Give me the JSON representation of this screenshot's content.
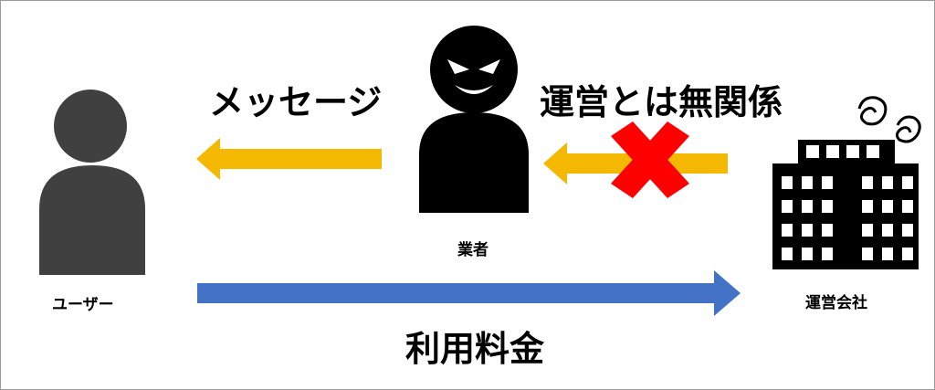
{
  "labels": {
    "message": "メッセージ",
    "unrelated": "運営とは無関係",
    "vendor": "業者",
    "user": "ユーザー",
    "company": "運営会社",
    "fee": "利用料金"
  },
  "colors": {
    "user_figure": "#404040",
    "vendor_figure": "#000000",
    "yellow_arrow": "#f5b800",
    "blue_arrow": "#4472c4",
    "cross": "#ff0000",
    "building": "#000000"
  },
  "icons": {
    "user": "person-silhouette-icon",
    "vendor": "sinister-person-icon",
    "company": "office-building-icon",
    "denied": "red-x-cross-icon",
    "worried": "swirl-confusion-icon"
  }
}
